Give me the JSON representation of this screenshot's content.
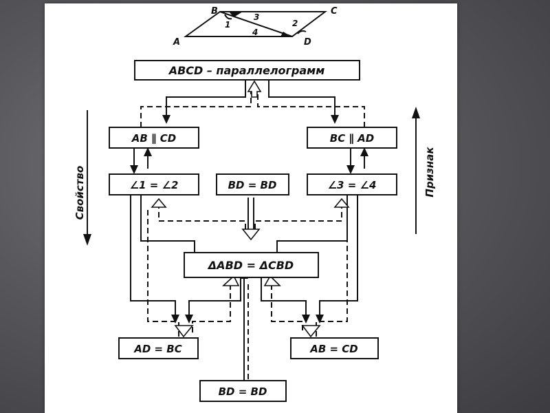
{
  "figure": {
    "vertices": {
      "A": "A",
      "B": "B",
      "C": "C",
      "D": "D"
    },
    "angles": {
      "a1": "1",
      "a2": "2",
      "a3": "3",
      "a4": "4"
    }
  },
  "boxes": {
    "top": "ABCD – параллелограмм",
    "ab_cd": "AB ∥ CD",
    "bc_ad": "BC ∥ AD",
    "ang12": "∠1 = ∠2",
    "bd_mid": "BD = BD",
    "ang34": "∠3 = ∠4",
    "triangles": "ΔABD = ΔCBD",
    "ad_bc": "AD = BC",
    "ab_cd_eq": "AB = CD",
    "bd_bottom": "BD = BD"
  },
  "side_labels": {
    "left": "Свойство",
    "right": "Признак"
  }
}
